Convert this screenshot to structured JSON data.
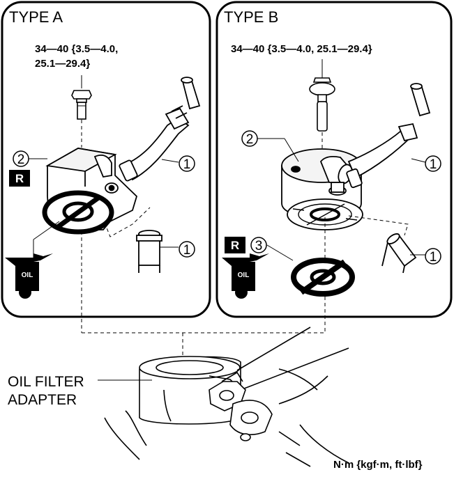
{
  "panels": {
    "type_a": {
      "title": "TYPE A",
      "torque_line1": "34—40 {3.5—4.0,",
      "torque_line2": "25.1—29.4}",
      "callouts": [
        "2",
        "1",
        "1"
      ],
      "badge": "R",
      "oil_can_label": "OIL"
    },
    "type_b": {
      "title": "TYPE B",
      "torque": "34—40 {3.5—4.0, 25.1—29.4}",
      "callouts": [
        "2",
        "1",
        "1",
        "3"
      ],
      "badge": "R",
      "oil_can_label": "OIL"
    }
  },
  "adapter": {
    "label_line1": "OIL FILTER",
    "label_line2": "ADAPTER"
  },
  "units": "N·m {kgf·m, ft·lbf}"
}
